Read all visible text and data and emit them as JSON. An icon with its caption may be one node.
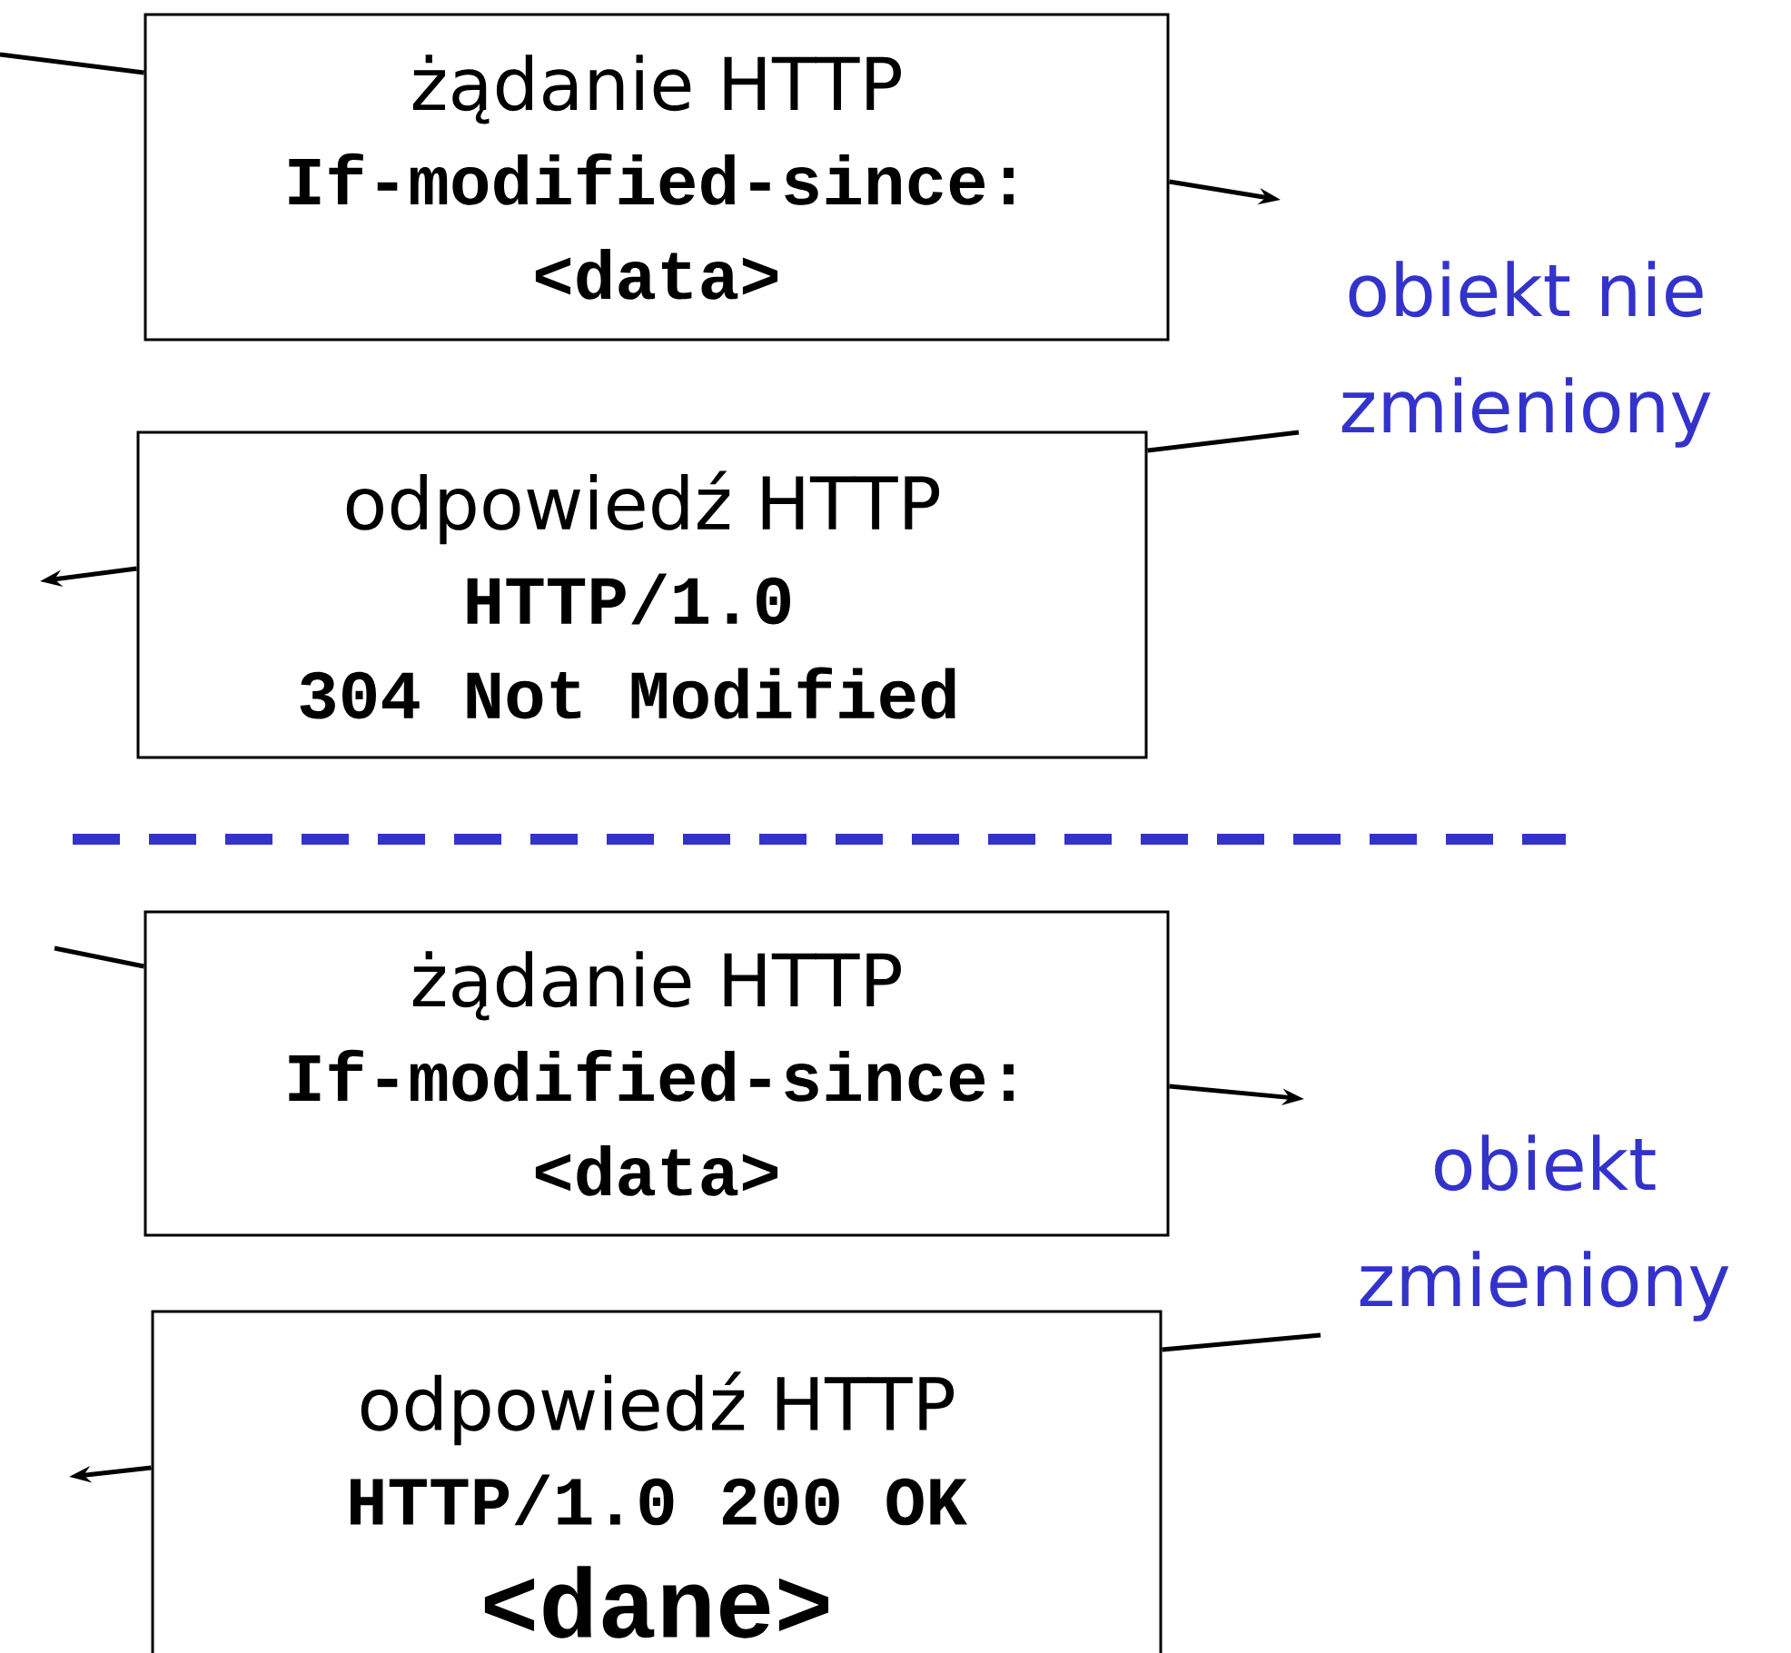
{
  "diagram": {
    "nodes": [
      {
        "text": [
          "żądanie HTTP",
          "If-modified-since: <data>"
        ]
      },
      {
        "text": [
          "odpowiedź HTTP",
          "HTTP/1.0 304 Not Modified"
        ]
      },
      {
        "text": [
          "żądanie HTTP",
          "If-modified-since: <data>"
        ]
      },
      {
        "text": [
          "odpowiedź HTTP",
          "HTTP/1.0 200 OK",
          "<dane>"
        ]
      }
    ],
    "edges": [
      {
        "from": null,
        "to": 0,
        "arrow": "none"
      },
      {
        "from": 0,
        "to": null,
        "arrow": "to"
      },
      {
        "from": null,
        "to": 1,
        "arrow": "none"
      },
      {
        "from": 1,
        "to": null,
        "arrow": "to"
      },
      {
        "from": null,
        "to": 2,
        "arrow": "none"
      },
      {
        "from": 2,
        "to": null,
        "arrow": "to"
      },
      {
        "from": null,
        "to": 3,
        "arrow": "none"
      },
      {
        "from": 3,
        "to": null,
        "arrow": "to"
      }
    ],
    "labels": [
      "obiekt nie zmieniony",
      "obiekt zmieniony"
    ]
  }
}
